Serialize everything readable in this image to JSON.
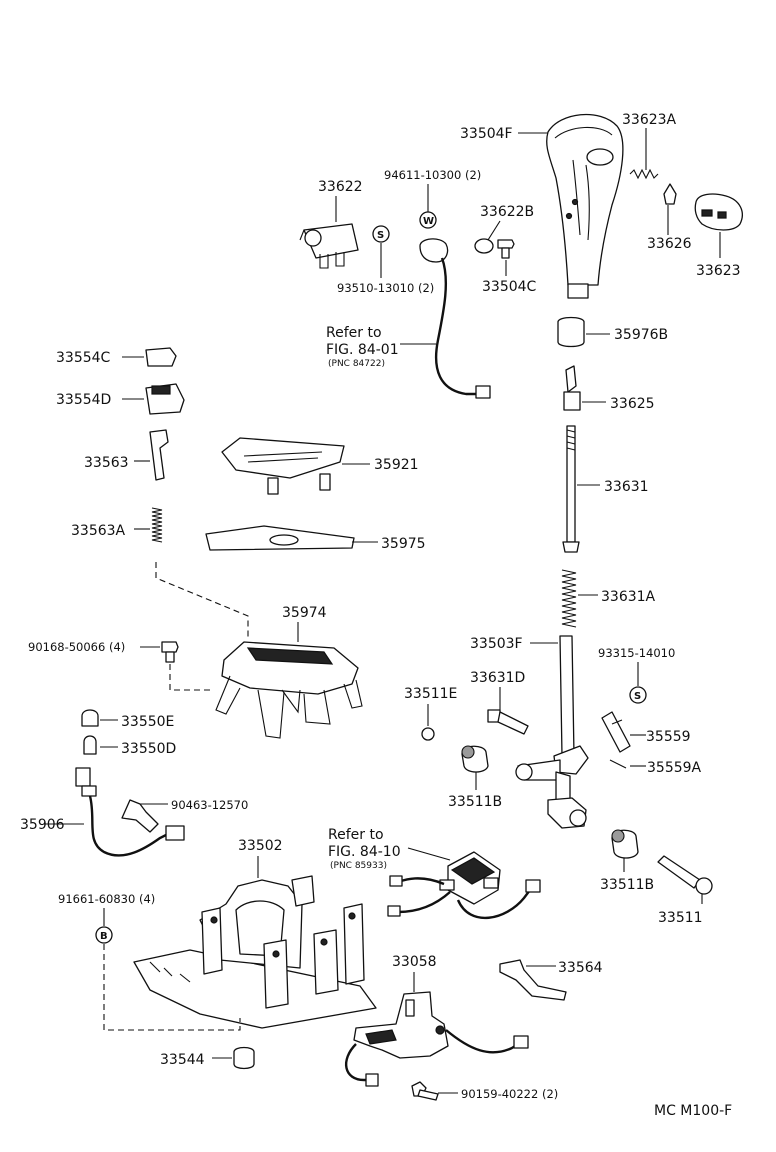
{
  "labels": {
    "p33504F": "33504F",
    "p33623A": "33623A",
    "p94611": "94611-10300 (2)",
    "p33622": "33622",
    "p33622B": "33622B",
    "p33626": "33626",
    "p33623": "33623",
    "p33504C": "33504C",
    "p93510": "93510-13010 (2)",
    "p35976B": "35976B",
    "p33554C": "33554C",
    "p33554D": "33554D",
    "p33625": "33625",
    "p33563": "33563",
    "p35921": "35921",
    "p33631": "33631",
    "p33563A": "33563A",
    "p35975": "35975",
    "p33631A": "33631A",
    "p35974": "35974",
    "p33503F": "33503F",
    "p90168": "90168-50066 (4)",
    "p93315": "93315-14010",
    "p33631D": "33631D",
    "p33511E": "33511E",
    "p33550E": "33550E",
    "p35559": "35559",
    "p33550D": "33550D",
    "p35559A": "35559A",
    "p33511B_a": "33511B",
    "p90463": "90463-12570",
    "p35906": "35906",
    "p33502": "33502",
    "p33511B_b": "33511B",
    "p91661": "91661-60830 (4)",
    "p33511": "33511",
    "p33058": "33058",
    "p33564": "33564",
    "p33544": "33544",
    "p90159": "90159-40222 (2)"
  },
  "refs": {
    "ref1_line1": "Refer to",
    "ref1_line2": "FIG. 84-01",
    "ref1_line3": "(PNC 84722)",
    "ref2_line1": "Refer to",
    "ref2_line2": "FIG. 84-10",
    "ref2_line3": "(PNC 85933)"
  },
  "symbols": {
    "w": "W",
    "s": "S",
    "b": "B"
  },
  "footer": "MC  M100-F"
}
